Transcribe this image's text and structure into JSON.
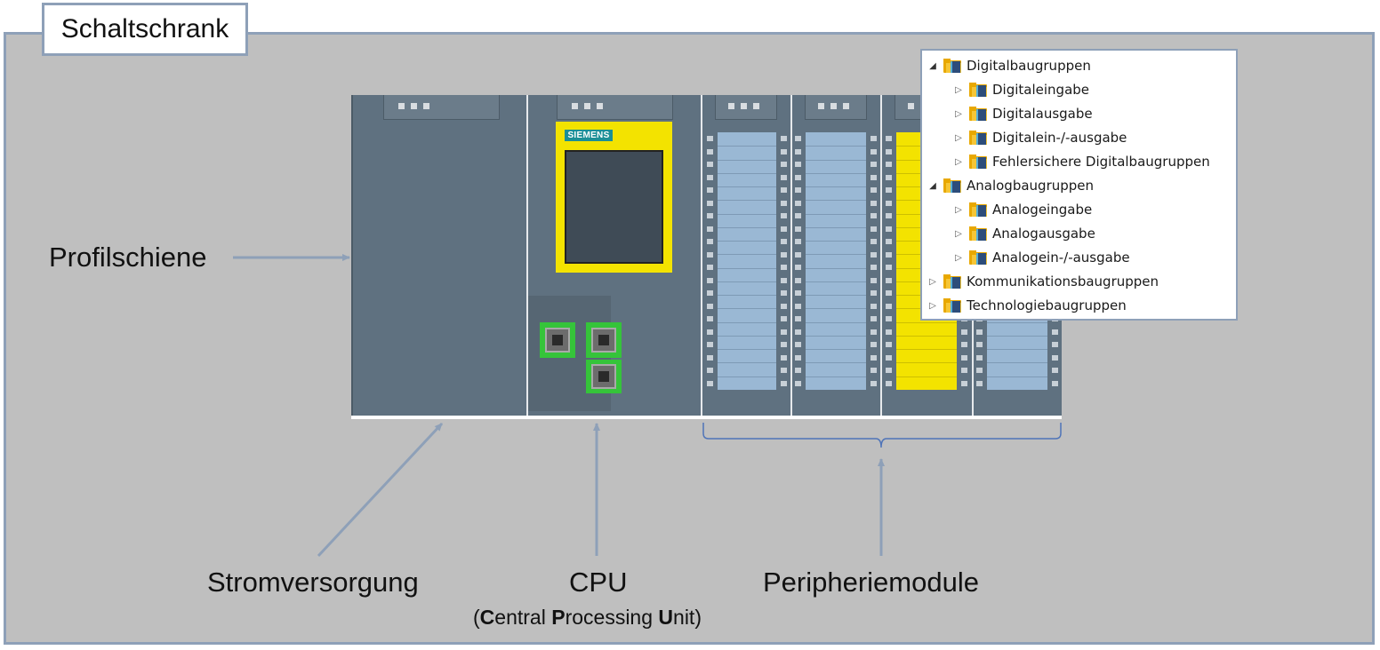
{
  "cabinet": {
    "title": "Schaltschrank"
  },
  "labels": {
    "rail": "Profilschiene",
    "power": "Stromversorgung",
    "cpu": "CPU",
    "cpu_sub_paren_open": "(",
    "cpu_sub_c": "C",
    "cpu_sub_c_rest": "entral ",
    "cpu_sub_p": "P",
    "cpu_sub_p_rest": "rocessing ",
    "cpu_sub_u": "U",
    "cpu_sub_u_rest": "nit)",
    "io": "Peripheriemodule"
  },
  "cpu_module": {
    "brand": "SIEMENS"
  },
  "tree": {
    "items": [
      {
        "label": "Digitalbaugruppen",
        "level": 0,
        "expanded": true
      },
      {
        "label": "Digitaleingabe",
        "level": 1,
        "expanded": false
      },
      {
        "label": "Digitalausgabe",
        "level": 1,
        "expanded": false
      },
      {
        "label": "Digitalein-/-ausgabe",
        "level": 1,
        "expanded": false
      },
      {
        "label": "Fehlersichere Digitalbaugruppen",
        "level": 1,
        "expanded": false
      },
      {
        "label": "Analogbaugruppen",
        "level": 0,
        "expanded": true
      },
      {
        "label": "Analogeingabe",
        "level": 1,
        "expanded": false
      },
      {
        "label": "Analogausgabe",
        "level": 1,
        "expanded": false
      },
      {
        "label": "Analogein-/-ausgabe",
        "level": 1,
        "expanded": false
      },
      {
        "label": "Kommunikationsbaugruppen",
        "level": 0,
        "expanded": false
      },
      {
        "label": "Technologiebaugruppen",
        "level": 0,
        "expanded": false
      }
    ]
  },
  "colors": {
    "cabinet_bg": "#bfbfbf",
    "frame": "#8ea0b8",
    "module": "#5f7180",
    "display_frame": "#f3e300",
    "port_highlight": "#35c43a",
    "io_panel": "#9ab8d4"
  }
}
